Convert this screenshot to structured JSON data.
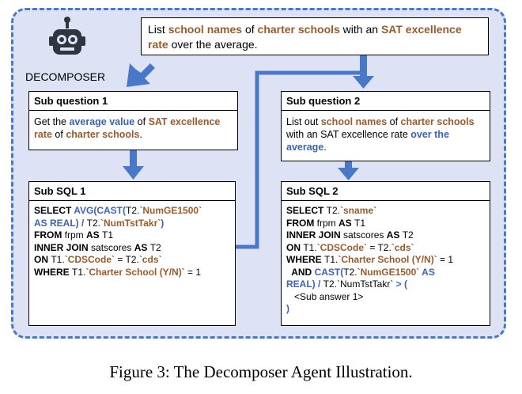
{
  "colors": {
    "frame_fill": "#dde3f5",
    "frame_border": "#4a78c8",
    "arrow": "#4a78c8",
    "highlight_brown": "#9a5a2c",
    "highlight_blue": "#3a63b8"
  },
  "robot": {
    "label": "DECOMPOSER",
    "icon": "robot-icon"
  },
  "question": {
    "parts": [
      {
        "text": "List ",
        "style": "plain"
      },
      {
        "text": "school names",
        "style": "br"
      },
      {
        "text": " of ",
        "style": "plain"
      },
      {
        "text": "charter schools",
        "style": "br"
      },
      {
        "text": " with an ",
        "style": "plain"
      },
      {
        "text": "SAT excellence rate",
        "style": "br"
      },
      {
        "text": " over the average.",
        "style": "plain"
      }
    ]
  },
  "sub_question_1": {
    "title": "Sub question 1",
    "parts": [
      {
        "text": "Get the ",
        "style": "plain"
      },
      {
        "text": "average value",
        "style": "blue"
      },
      {
        "text": " of ",
        "style": "plain"
      },
      {
        "text": "SAT excellence rate",
        "style": "br"
      },
      {
        "text": " of ",
        "style": "plain"
      },
      {
        "text": "charter schools",
        "style": "br"
      },
      {
        "text": ".",
        "style": "plain"
      }
    ]
  },
  "sub_question_2": {
    "title": "Sub question 2",
    "parts": [
      {
        "text": "List out ",
        "style": "plain"
      },
      {
        "text": "school names",
        "style": "br"
      },
      {
        "text": " of ",
        "style": "plain"
      },
      {
        "text": "charter schools",
        "style": "br"
      },
      {
        "text": " with an SAT excellence rate ",
        "style": "plain"
      },
      {
        "text": "over the average",
        "style": "blue"
      },
      {
        "text": ".",
        "style": "plain"
      }
    ]
  },
  "sub_sql_1": {
    "title": "Sub SQL 1",
    "lines": [
      [
        {
          "text": "SELECT ",
          "style": "kw"
        },
        {
          "text": "AVG(CAST(",
          "style": "fn"
        },
        {
          "text": "T2.",
          "style": "plain"
        },
        {
          "text": "`NumGE1500`",
          "style": "lit"
        }
      ],
      [
        {
          "text": "AS REAL) / ",
          "style": "fn"
        },
        {
          "text": "T2.",
          "style": "plain"
        },
        {
          "text": "`NumTstTakr`",
          "style": "lit"
        },
        {
          "text": ")",
          "style": "fn"
        }
      ],
      [
        {
          "text": "FROM ",
          "style": "kw"
        },
        {
          "text": "frpm ",
          "style": "plain"
        },
        {
          "text": "AS ",
          "style": "kw"
        },
        {
          "text": "T1",
          "style": "plain"
        }
      ],
      [
        {
          "text": "INNER JOIN ",
          "style": "kw"
        },
        {
          "text": "satscores ",
          "style": "plain"
        },
        {
          "text": "AS ",
          "style": "kw"
        },
        {
          "text": "T2",
          "style": "plain"
        }
      ],
      [
        {
          "text": "ON ",
          "style": "kw"
        },
        {
          "text": "T1.",
          "style": "plain"
        },
        {
          "text": "`CDSCode`",
          "style": "lit"
        },
        {
          "text": " = T2.",
          "style": "plain"
        },
        {
          "text": "`cds`",
          "style": "lit"
        }
      ],
      [
        {
          "text": "WHERE ",
          "style": "kw"
        },
        {
          "text": "T1.",
          "style": "plain"
        },
        {
          "text": "`Charter School (Y/N)`",
          "style": "lit"
        },
        {
          "text": " = 1",
          "style": "plain"
        }
      ]
    ]
  },
  "sub_sql_2": {
    "title": "Sub SQL 2",
    "lines": [
      [
        {
          "text": "SELECT ",
          "style": "kw"
        },
        {
          "text": "T2.",
          "style": "plain"
        },
        {
          "text": "`sname`",
          "style": "lit"
        }
      ],
      [
        {
          "text": "FROM ",
          "style": "kw"
        },
        {
          "text": "frpm ",
          "style": "plain"
        },
        {
          "text": "AS ",
          "style": "kw"
        },
        {
          "text": "T1",
          "style": "plain"
        }
      ],
      [
        {
          "text": "INNER JOIN ",
          "style": "kw"
        },
        {
          "text": "satscores ",
          "style": "plain"
        },
        {
          "text": "AS ",
          "style": "kw"
        },
        {
          "text": "T2",
          "style": "plain"
        }
      ],
      [
        {
          "text": "ON ",
          "style": "kw"
        },
        {
          "text": "T1.",
          "style": "plain"
        },
        {
          "text": "`CDSCode`",
          "style": "lit"
        },
        {
          "text": " = T2.",
          "style": "plain"
        },
        {
          "text": "`cds`",
          "style": "lit"
        }
      ],
      [
        {
          "text": "WHERE ",
          "style": "kw"
        },
        {
          "text": "T1.",
          "style": "plain"
        },
        {
          "text": "`Charter School (Y/N)`",
          "style": "lit"
        },
        {
          "text": " = 1",
          "style": "plain"
        }
      ],
      [
        {
          "text": "  AND ",
          "style": "kw"
        },
        {
          "text": "CAST(",
          "style": "fn"
        },
        {
          "text": "T2.",
          "style": "plain"
        },
        {
          "text": "`NumGE1500`",
          "style": "lit"
        },
        {
          "text": " AS",
          "style": "fn"
        }
      ],
      [
        {
          "text": "REAL) / ",
          "style": "fn"
        },
        {
          "text": "T2.`NumTstTakr`",
          "style": "plain"
        },
        {
          "text": " > (",
          "style": "fn"
        }
      ],
      [
        {
          "text": "   <Sub answer 1>",
          "style": "plain"
        }
      ],
      [
        {
          "text": ")",
          "style": "fn"
        }
      ]
    ]
  },
  "caption": "Figure 3: The Decomposer Agent Illustration."
}
